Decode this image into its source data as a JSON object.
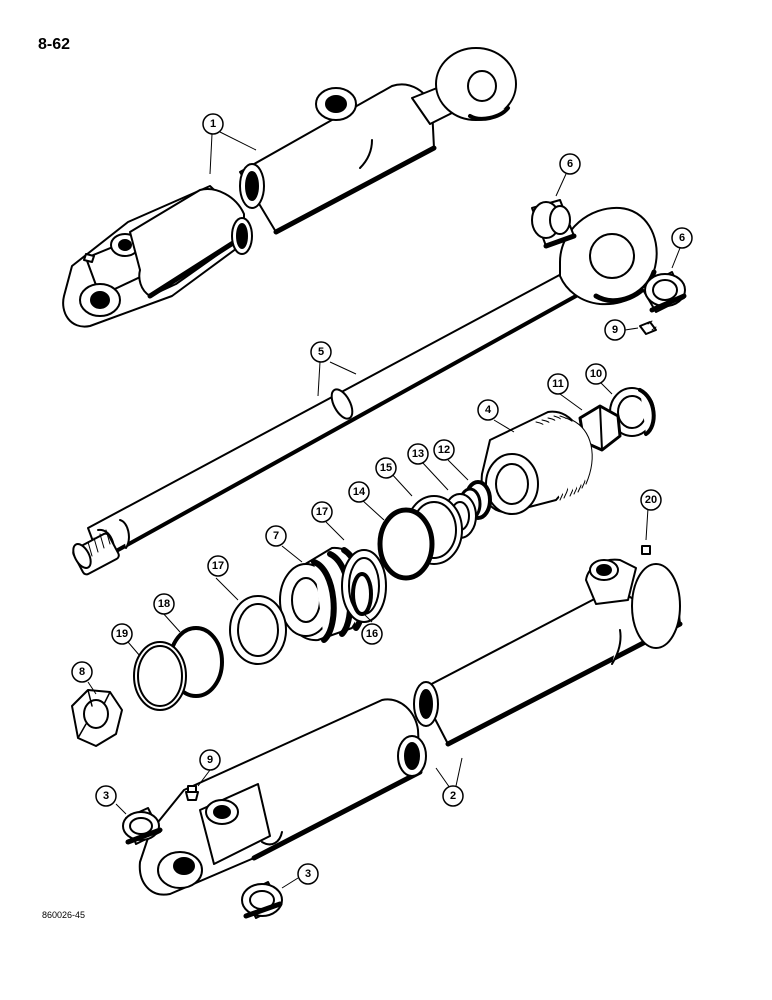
{
  "page_number": "8-62",
  "figure_id": "860026-45",
  "callouts": [
    "1",
    "2",
    "3",
    "3",
    "4",
    "5",
    "6",
    "6",
    "7",
    "8",
    "9",
    "9",
    "10",
    "11",
    "12",
    "13",
    "14",
    "15",
    "16",
    "17",
    "17",
    "18",
    "19",
    "20"
  ]
}
